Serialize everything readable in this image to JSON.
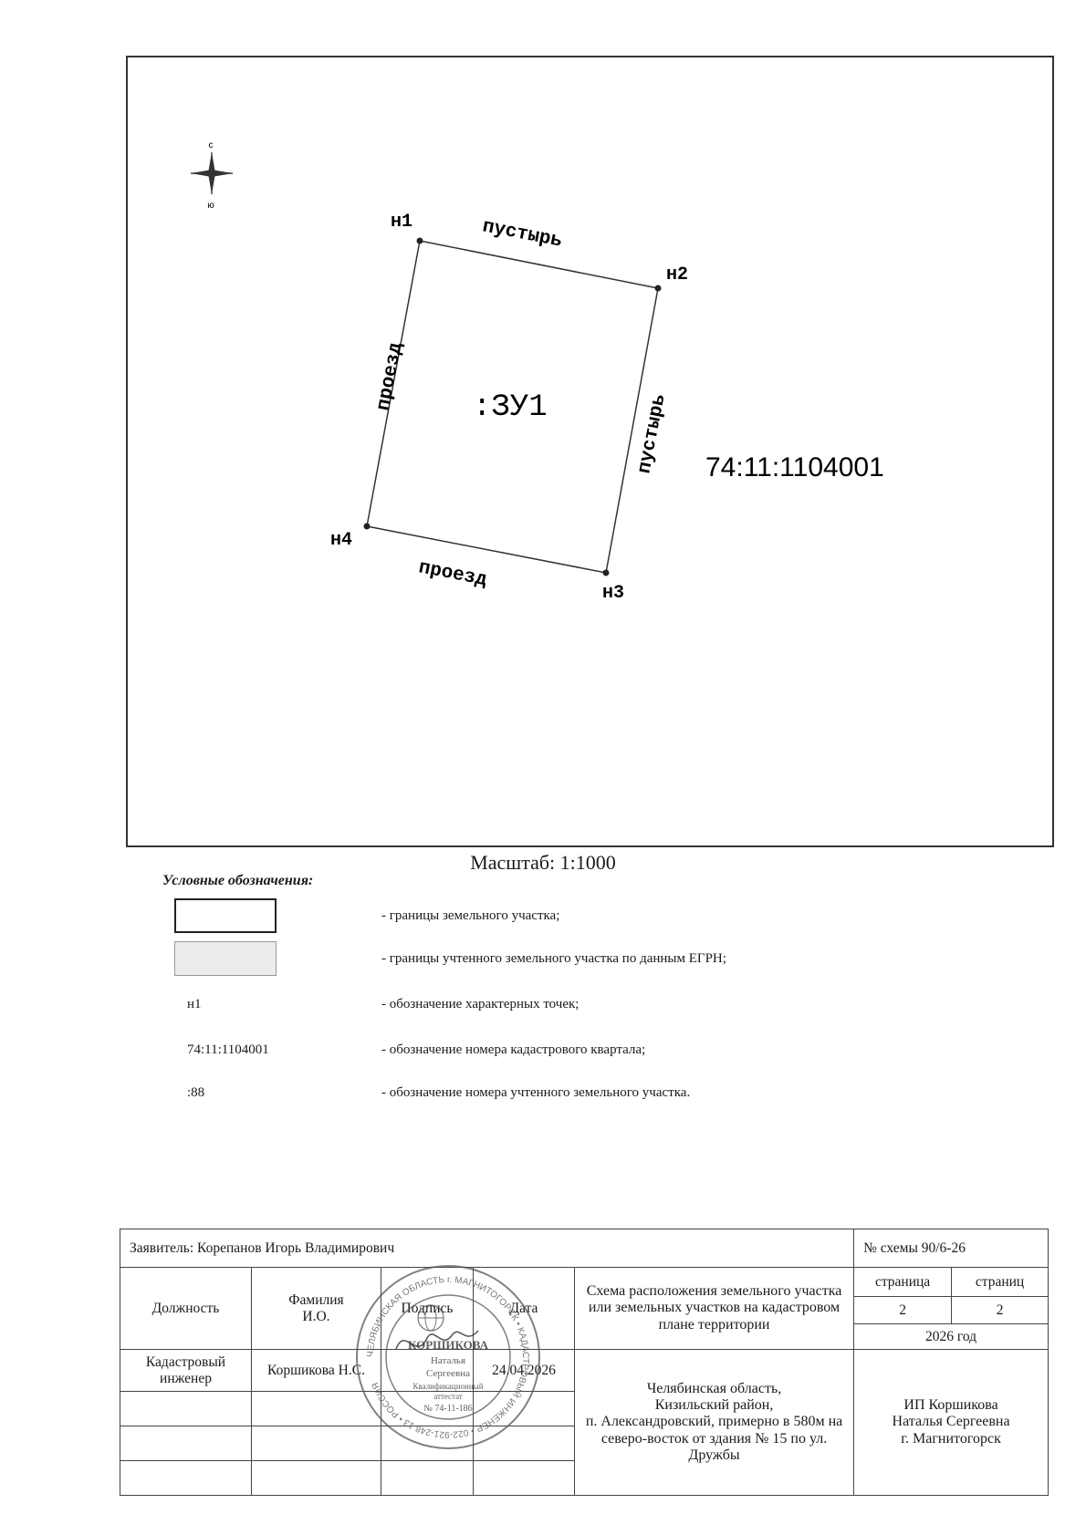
{
  "map": {
    "compass": {
      "north": "с",
      "south": "ю"
    },
    "points": [
      {
        "id": "н1",
        "label": "н1"
      },
      {
        "id": "н2",
        "label": "н2"
      },
      {
        "id": "н3",
        "label": "н3"
      },
      {
        "id": "н4",
        "label": "н4"
      }
    ],
    "side_labels": {
      "top": "пустырь",
      "right": "пустырь",
      "bottom": "проезд",
      "left": "проезд"
    },
    "parcel_label": ":ЗУ1",
    "quarter_label": "74:11:1104001"
  },
  "scale_text": "Масштаб: 1:1000",
  "legend": {
    "title": "Условные обозначения:",
    "items": [
      {
        "symbol": "",
        "description": "- границы земельного участка;"
      },
      {
        "symbol": "",
        "description": "- границы учтенного земельного участка по данным ЕГРН;"
      },
      {
        "symbol": "н1",
        "description": "- обозначение характерных точек;"
      },
      {
        "symbol": "74:11:1104001",
        "description": "- обозначение номера кадастрового квартала;"
      },
      {
        "symbol": ":88",
        "description": "- обозначение номера учтенного земельного участка."
      }
    ]
  },
  "stamp": {
    "applicant": "Заявитель: Корепанов Игорь Владимирович",
    "scheme_no": "№ схемы 90/6-26",
    "headers": {
      "position": "Должность",
      "name": "Фамилия\nИ.О.",
      "signature": "Подпись",
      "date": "Дата"
    },
    "title": "Схема расположения земельного участка или земельных участков на кадастровом плане территории",
    "page_label": "страница",
    "pages_label": "страниц",
    "page": "2",
    "pages": "2",
    "year": "2026 год",
    "row": {
      "position": "Кадастровый инженер",
      "name": "Коршикова Н.С.",
      "date": "24.04.2026"
    },
    "location": "Челябинская область,\nКизильский район,\nп. Александровский, примерно в 580м на северо-восток от здания № 15 по ул. Дружбы",
    "contractor": "ИП Коршикова\nНаталья Сергеевна\nг. Магнитогорск",
    "seal": {
      "ring_text": "ЧЕЛЯБИНСКАЯ ОБЛАСТЬ г. МАГНИТОГОРСК • КАДАСТРОВЫЙ ИНЖЕНЕР • 022-921-248 13 • РОССИЯ",
      "inner_text": "КОРШИКОВА Наталья Сергеевна Квалификационный аттестат № 74-11-186"
    }
  }
}
